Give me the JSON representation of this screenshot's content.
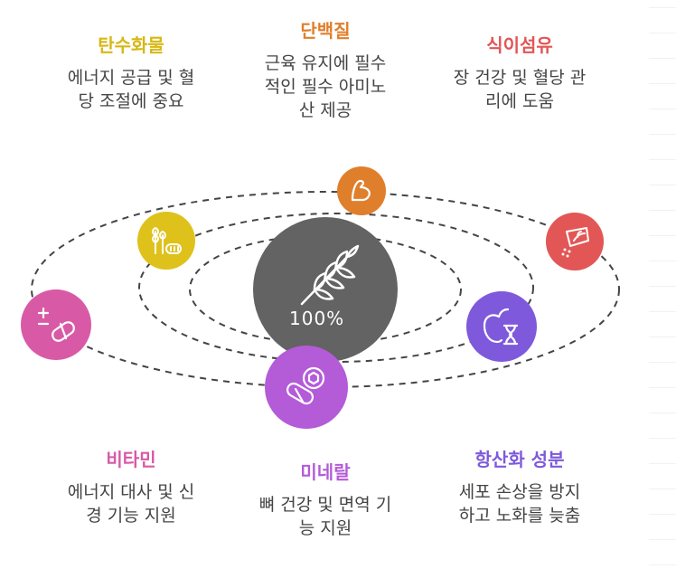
{
  "center": {
    "label": "100%",
    "icon": "wheat-icon",
    "color": "#636363"
  },
  "nutrients": [
    {
      "key": "carbs",
      "title": "탄수화물",
      "desc": [
        "에너지 공급 및 혈",
        "당 조절에 중요"
      ],
      "icon": "wheat-bread-icon",
      "color": "#DFC11B"
    },
    {
      "key": "protein",
      "title": "단백질",
      "desc": [
        "근육 유지에 필수",
        "적인 필수 아미노",
        "산 제공"
      ],
      "icon": "flexed-arm-icon",
      "color": "#E07F2B"
    },
    {
      "key": "fiber",
      "title": "식이섬유",
      "desc": [
        "장 건강 및 혈당 관",
        "리에 도움"
      ],
      "icon": "fiber-packet-icon",
      "color": "#E25656"
    },
    {
      "key": "vitamins",
      "title": "비타민",
      "desc": [
        "에너지 대사 및 신",
        "경 기능 지원"
      ],
      "icon": "pill-icon",
      "color": "#D85AA6"
    },
    {
      "key": "minerals",
      "title": "미네랄",
      "desc": [
        "뼈 건강 및 면역 기",
        "능 지원"
      ],
      "icon": "mineral-capsule-icon",
      "color": "#B45BD8"
    },
    {
      "key": "antioxidants",
      "title": "항산화 성분",
      "desc": [
        "세포 손상을 방지",
        "하고 노화를 늦춤"
      ],
      "icon": "apple-hourglass-icon",
      "color": "#7E59DB"
    }
  ]
}
